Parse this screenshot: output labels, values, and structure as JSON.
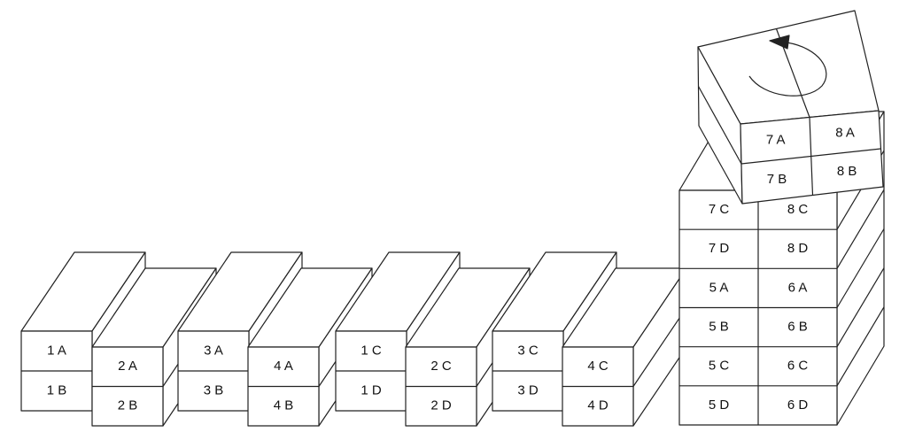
{
  "diagram": {
    "line_color": "#222222",
    "background": "#ffffff",
    "rotation_arrow_icon": "counterclockwise-arrow-icon",
    "row_blocks": [
      {
        "id": "1",
        "top": "1 A",
        "bottom": "1 B"
      },
      {
        "id": "2",
        "top": "2 A",
        "bottom": "2 B"
      },
      {
        "id": "3",
        "top": "3 A",
        "bottom": "3 B"
      },
      {
        "id": "4",
        "top": "4 A",
        "bottom": "4 B"
      },
      {
        "id": "5",
        "top": "1 C",
        "bottom": "1 D"
      },
      {
        "id": "6",
        "top": "2 C",
        "bottom": "2 D"
      },
      {
        "id": "7",
        "top": "3 C",
        "bottom": "3 D"
      },
      {
        "id": "8",
        "top": "4 C",
        "bottom": "4 D"
      }
    ],
    "stack": {
      "rows": [
        [
          "7 C",
          "8 C"
        ],
        [
          "7 D",
          "8 D"
        ],
        [
          "5 A",
          "6 A"
        ],
        [
          "5 B",
          "6 B"
        ],
        [
          "5 C",
          "6 C"
        ],
        [
          "5 D",
          "6 D"
        ]
      ]
    },
    "rotating_block": {
      "rows": [
        [
          "7 A",
          "8 A"
        ],
        [
          "7 B",
          "8 B"
        ]
      ]
    }
  }
}
